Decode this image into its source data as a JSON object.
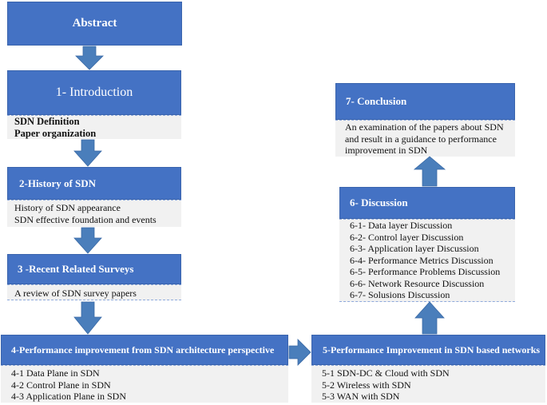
{
  "boxes": {
    "abstract": {
      "title": "Abstract"
    },
    "introduction": {
      "title": "1- Introduction",
      "items": [
        "SDN Definition",
        "Paper organization"
      ]
    },
    "history": {
      "title": "2-History of SDN",
      "items": [
        "History of SDN appearance",
        "SDN effective foundation  and  events"
      ]
    },
    "surveys": {
      "title": "3 -Recent Related Surveys",
      "items": [
        "A review of SDN survey papers"
      ]
    },
    "architecture": {
      "title": "4-Performance improvement from SDN architecture perspective",
      "items": [
        "4-1 Data Plane in SDN",
        "4-2 Control Plane in SDN",
        "4-3 Application Plane in SDN"
      ]
    },
    "networks": {
      "title": "5-Performance Improvement in SDN based networks",
      "items": [
        "5-1 SDN-DC & Cloud with SDN",
        "5-2 Wireless with SDN",
        "5-3 WAN with SDN"
      ]
    },
    "discussion": {
      "title": "6- Discussion",
      "items": [
        "6-1- Data layer Discussion",
        "6-2- Control layer Discussion",
        "6-3- Application layer Discussion",
        "6-4- Performance Metrics Discussion",
        "6-5- Performance Problems Discussion",
        "6-6- Network Resource Discussion",
        "6-7- Solusions Discussion"
      ]
    },
    "conclusion": {
      "title": "7- Conclusion",
      "items": [
        "An examination of the papers about SDN",
        "and result in  a guidance to performance",
        "improvement in SDN"
      ]
    }
  },
  "colors": {
    "header": "#4472c4",
    "body": "#f1f1f1",
    "arrow": "#4a7ebb"
  }
}
